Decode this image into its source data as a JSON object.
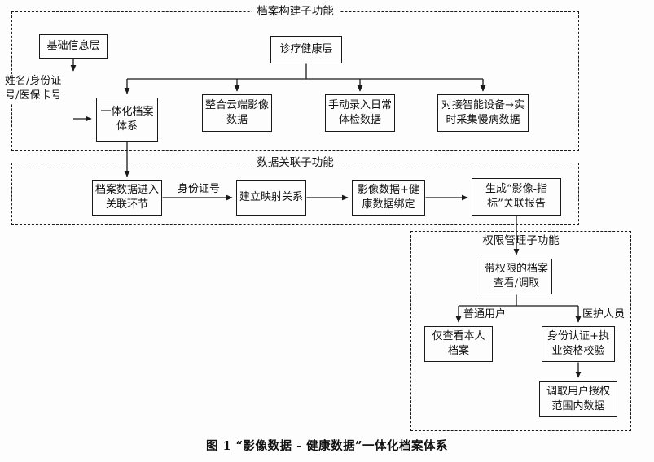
{
  "figure": {
    "caption": "图 1  “影像数据 - 健康数据”一体化档案体系"
  },
  "sections": {
    "build": {
      "title": "档案构建子功能"
    },
    "assoc": {
      "title": "数据关联子功能"
    },
    "perm": {
      "title": "权限管理子功能"
    }
  },
  "nodes": {
    "basic_info": "基础信息层",
    "health_layer": "诊疗健康层",
    "id_inputs": "姓名/身份证号/医保卡号",
    "integrated_archive": "一体化档案体系",
    "cloud_imaging": "整合云端影像数据",
    "manual_entry": "手动录入日常体检数据",
    "smart_device": "对接智能设备→实时采集慢病数据",
    "archive_enter": "档案数据进入关联环节",
    "mapping": "建立映射关系",
    "binding": "影像数据+健康数据绑定",
    "report": "生成“影像-指标”关联报告",
    "perm_view": "带权限的档案查看/调取",
    "view_own": "仅查看本人档案",
    "auth": "身份认证+执业资格校验",
    "retrieve": "调取用户授权范围内数据"
  },
  "edge_labels": {
    "id_number": "身份证号",
    "normal_user": "普通用户",
    "medical_staff": "医护人员"
  }
}
